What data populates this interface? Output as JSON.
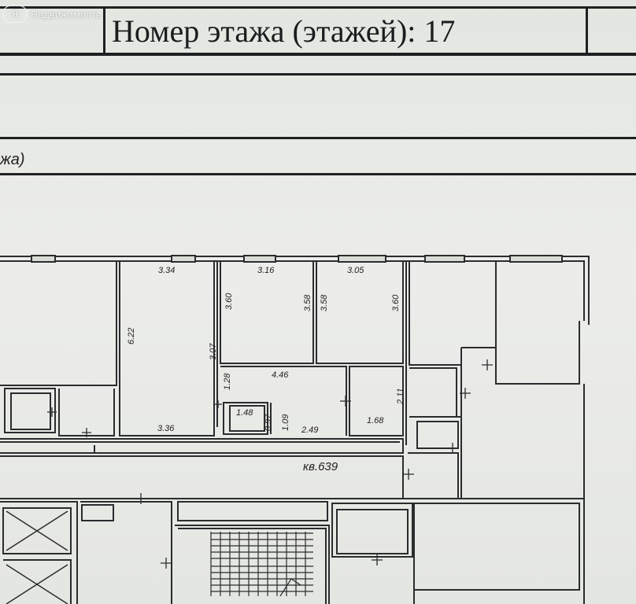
{
  "watermark": {
    "logo": "Я",
    "text": "Недвижимость"
  },
  "header": {
    "floor_label": "Номер этажа (этажей): 17"
  },
  "subtext": "жа)",
  "plan": {
    "apartment_label": "кв.639",
    "dimensions": [
      "3.34",
      "3.16",
      "3.05",
      "3.60",
      "3.58",
      "3.58",
      "3.60",
      "6.22",
      "3.07",
      "4.46",
      "1.28",
      "2.11",
      "1.48",
      "0.97",
      "1.09",
      "2.49",
      "1.68",
      "3.36"
    ]
  }
}
